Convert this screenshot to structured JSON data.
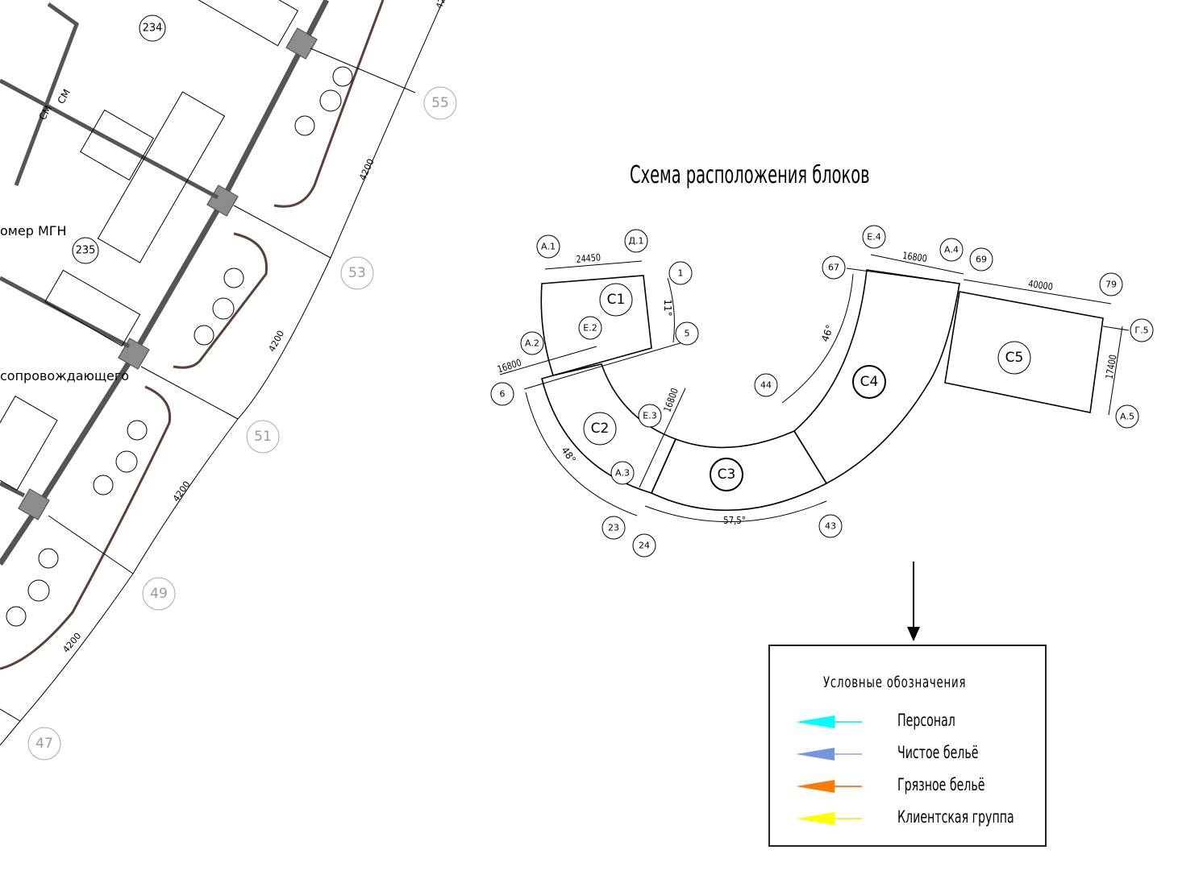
{
  "scheme_title": "Схема расположения блоков",
  "blocks": [
    "С1",
    "С2",
    "С3",
    "С4",
    "С5"
  ],
  "axis_bubbles": [
    "А.1",
    "Д.1",
    "1",
    "5",
    "Е.2",
    "А.2",
    "6",
    "Е.3",
    "А.3",
    "23",
    "24",
    "43",
    "44",
    "67",
    "Е.4",
    "А.4",
    "69",
    "79",
    "Г.5",
    "А.5"
  ],
  "dimensions": [
    "24450",
    "16800",
    "16800",
    "11°",
    "48°",
    "57,5°",
    "46°",
    "16800",
    "40000",
    "17400"
  ],
  "plan": {
    "grid_bubbles": [
      "55",
      "53",
      "51",
      "49",
      "47"
    ],
    "rooms": [
      "234",
      "235"
    ],
    "room_texts": [
      "омер МГН",
      "сопровождающего"
    ],
    "equipment": [
      "СМ",
      "СМ"
    ],
    "dimensions": [
      "4200",
      "4200",
      "4200",
      "4200",
      "42"
    ]
  },
  "legend": {
    "title": "Условные обозначения",
    "items": [
      {
        "label": "Персонал",
        "color": "#00ffff",
        "line": "#00e5e5"
      },
      {
        "label": "Чистое бельё",
        "color": "#7595dd",
        "line": "#9a9ad0"
      },
      {
        "label": "Грязное бельё",
        "color": "#ff7a00",
        "line": "#ff5500"
      },
      {
        "label": "Клиентская группа",
        "color": "#ffff00",
        "line": "#e8e800"
      }
    ]
  }
}
